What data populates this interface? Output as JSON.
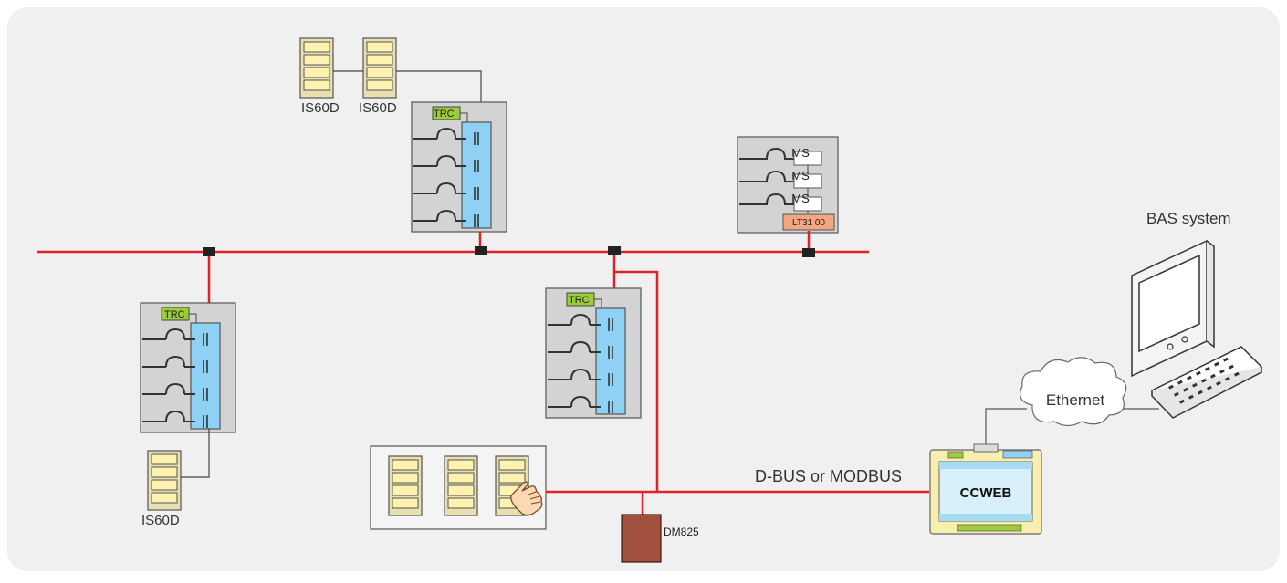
{
  "labels": {
    "keypad_top_left": "IS60D",
    "keypad_top_right": "IS60D",
    "keypad_bottom": "IS60D",
    "trc": "TRC",
    "ms": "MS",
    "lt3100": "LT31 00",
    "bas_system": "BAS system",
    "ethernet": "Ethernet",
    "bus": "D-BUS or MODBUS",
    "dm825": "DM825",
    "ccweb": "CCWEB"
  },
  "colors": {
    "background": "#f0f0f0",
    "bus_line": "#e0222b",
    "panel_fill": "#d3d3d3",
    "relay_fill": "#8fd1f5",
    "trc_fill": "#9ccc3a",
    "keypad_fill": "#fdf2b0",
    "lt_fill": "#f4a582",
    "dm825_fill": "#a0503c",
    "ccweb_screen": "#d8f0fa"
  }
}
